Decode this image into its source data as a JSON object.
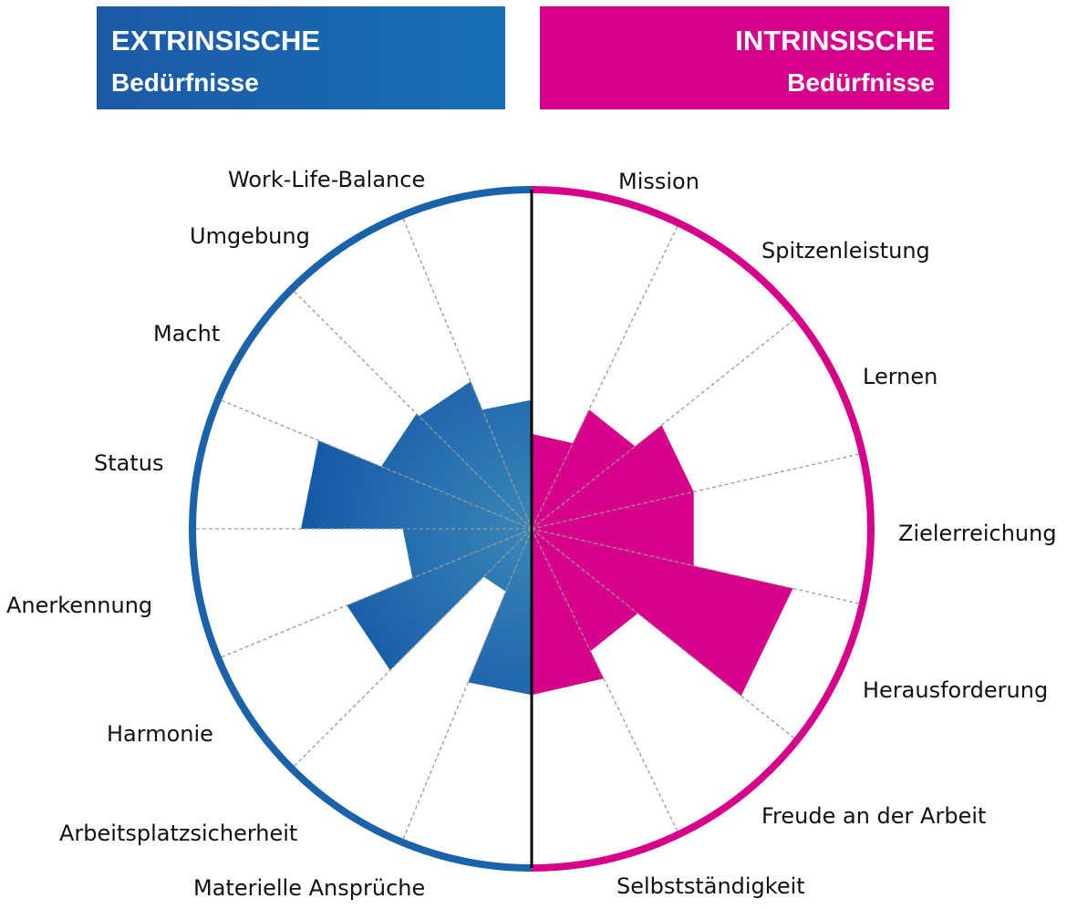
{
  "headers": {
    "left": {
      "title": "EXTRINSISCHE",
      "subtitle": "Bedürfnisse"
    },
    "right": {
      "title": "INTRINSISCHE",
      "subtitle": "Bedürfnisse"
    }
  },
  "colors": {
    "extrinsic": "#1a62aa",
    "extrinsic_light": "#3a86b8",
    "intrinsic": "#d6008a",
    "divider": "#000000",
    "grid": "#999999"
  },
  "chart_data": {
    "type": "polar-area",
    "title": "",
    "rlim": [
      0,
      1
    ],
    "groups": [
      {
        "name": "EXTRINSISCHE Bedürfnisse",
        "side": "left",
        "categories": [
          "Work-Life-Balance",
          "Umgebung",
          "Macht",
          "Status",
          "Anerkennung",
          "Harmonie",
          "Arbeitsplatzsicherheit",
          "Materielle Ansprüche"
        ],
        "values": [
          0.38,
          0.47,
          0.48,
          0.68,
          0.38,
          0.59,
          0.2,
          0.49
        ]
      },
      {
        "name": "INTRINSISCHE Bedürfnisse",
        "side": "right",
        "categories": [
          "Mission",
          "Spitzenleistung",
          "Lernen",
          "Zielerreichung",
          "Herausforderung",
          "Freude an der Arbeit",
          "Selbstständigkeit"
        ],
        "values": [
          0.28,
          0.39,
          0.49,
          0.49,
          0.79,
          0.4,
          0.49
        ]
      }
    ]
  }
}
